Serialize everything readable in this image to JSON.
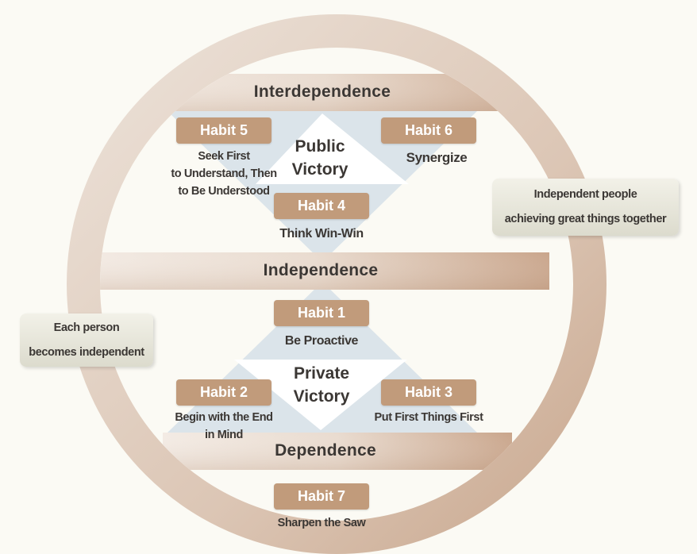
{
  "colors": {
    "ring": "#dcc6b5",
    "habit_box": "#c19b7b",
    "triangle": "#dbe4ea",
    "background": "#fbfaf4"
  },
  "bands": {
    "interdependence": "Interdependence",
    "independence": "Independence",
    "dependence": "Dependence"
  },
  "victories": {
    "public": [
      "Public",
      "Victory"
    ],
    "private": [
      "Private",
      "Victory"
    ]
  },
  "habits": [
    {
      "label": "Habit 1",
      "desc": [
        "Be Proactive"
      ]
    },
    {
      "label": "Habit 2",
      "desc": [
        "Begin with the End",
        "in Mind"
      ]
    },
    {
      "label": "Habit 3",
      "desc": [
        "Put First Things First"
      ]
    },
    {
      "label": "Habit 4",
      "desc": [
        "Think Win-Win"
      ]
    },
    {
      "label": "Habit 5",
      "desc": [
        "Seek First",
        "to Understand, Then",
        "to Be Understood"
      ]
    },
    {
      "label": "Habit 6",
      "desc": [
        "Synergize"
      ]
    },
    {
      "label": "Habit 7",
      "desc": [
        "Sharpen the Saw"
      ]
    }
  ],
  "notes": {
    "right": [
      "Independent people",
      "achieving great things together"
    ],
    "left": [
      "Each person",
      "becomes independent"
    ]
  }
}
